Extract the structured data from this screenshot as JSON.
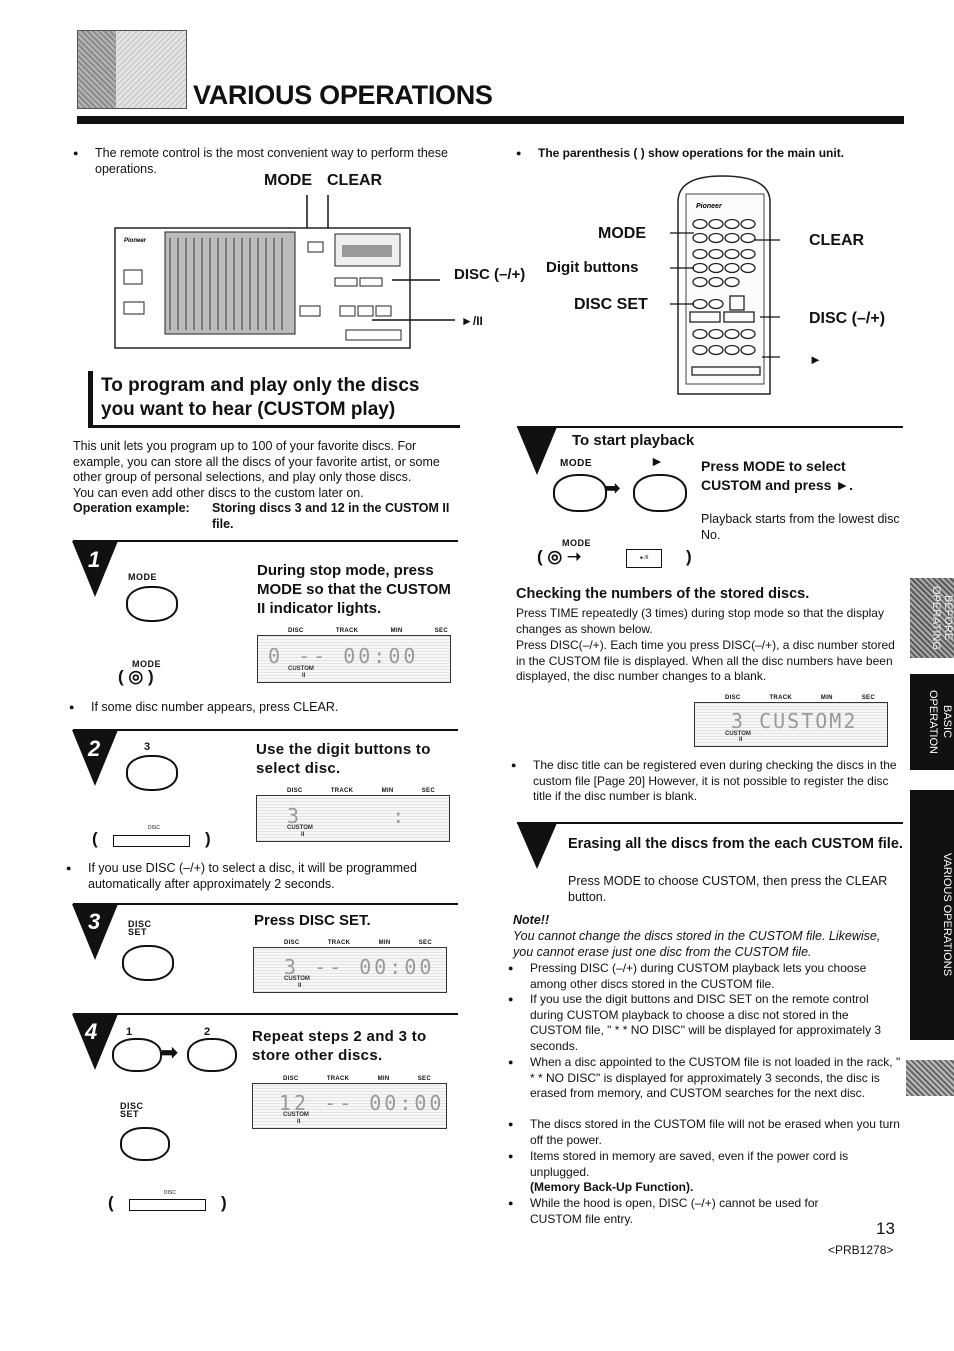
{
  "header": {
    "title": "VARIOUS OPERATIONS"
  },
  "intro": {
    "left_bullet": "The remote control is the most convenient way to perform these operations.",
    "right_bullet": "The parenthesis (  ) show operations for the main unit."
  },
  "main_unit": {
    "mode_label": "MODE",
    "clear_label": "CLEAR",
    "disc_label": "DISC (–/+)",
    "play_label": "►/II",
    "brand": "Pioneer"
  },
  "remote": {
    "mode": "MODE",
    "clear": "CLEAR",
    "digit": "Digit buttons",
    "disc_set": "DISC SET",
    "disc": "DISC (–/+)",
    "play": "►",
    "brand": "Pioneer"
  },
  "section": {
    "title_line1": "To program and play only the discs",
    "title_line2": "you want to hear (CUSTOM play)",
    "body": "This unit lets you program up to 100 of your favorite discs. For example, you can store all the discs of your favorite artist, or some other group of personal selections, and play only those discs.",
    "body2": "You can even add other discs to the custom later on.",
    "example_label": "Operation example:",
    "example_text": "Storing discs 3 and 12 in the CUSTOM II file."
  },
  "lcd_labels": {
    "disc": "DISC",
    "track": "TRACK",
    "min": "MIN",
    "sec": "SEC",
    "custom": "CUSTOM"
  },
  "steps": [
    {
      "num": "1",
      "btn": "MODE",
      "btn_paren": "MODE",
      "title": "During stop mode, press MODE so that the CUSTOM II indicator lights.",
      "lcd": "0 -- 00:00",
      "lcd_sub": "II",
      "note": "If some disc number appears, press CLEAR."
    },
    {
      "num": "2",
      "btn": "3",
      "title": "Use the digit buttons to select disc.",
      "lcd": "3      :",
      "lcd_sub": "II",
      "paren_label": "DISC",
      "note": "If you use DISC (–/+) to select a disc, it will be programmed automatically after approximately 2 seconds."
    },
    {
      "num": "3",
      "btn": "DISC SET",
      "title": "Press DISC SET.",
      "lcd": "3 -- 00:00",
      "lcd_sub": "II"
    },
    {
      "num": "4",
      "btn_a": "1",
      "btn_b": "2",
      "btn_c": "DISC SET",
      "title": "Repeat steps 2 and 3 to store other discs.",
      "lcd": "12 -- 00:00",
      "lcd_sub": "II",
      "paren_label": "DISC"
    }
  ],
  "playback": {
    "title": "To start playback",
    "mode_lbl": "MODE",
    "instr": "Press MODE to select CUSTOM and press ►.",
    "body": "Playback starts from the lowest disc No.",
    "mode_lbl2": "MODE",
    "icon_lbl": "►/II"
  },
  "checking": {
    "title": "Checking the numbers of the stored discs.",
    "p1": "Press TIME repeatedly (3 times) during stop mode so that the display changes as shown below.",
    "p2": "Press DISC(–/+). Each time you press DISC(–/+), a disc number stored in the CUSTOM file is displayed. When all the disc numbers have been displayed, the disc number changes to a blank.",
    "lcd": "3 CUSTOM2",
    "lcd_sub": "II",
    "note": "The disc title can be registered even during checking the discs in the custom file [Page 20] However, it is not possible to register the disc title if the disc number is blank."
  },
  "erasing": {
    "title": "Erasing all the discs from the each CUSTOM file.",
    "body": "Press MODE to choose CUSTOM, then press the CLEAR button."
  },
  "notes": {
    "heading": "Note!!",
    "italic": "You cannot change the discs stored in the CUSTOM file. Likewise, you cannot erase just one disc from the CUSTOM file.",
    "items": [
      "Pressing DISC (–/+) during CUSTOM playback lets you choose among other discs stored in the CUSTOM file.",
      "If you use the digit buttons and DISC SET on the remote control during CUSTOM playback to choose a disc not stored in the CUSTOM file, \" * * NO DISC\" will be displayed for approximately 3 seconds.",
      "When a disc appointed to the CUSTOM file is not loaded in the rack, \" * * NO DISC\" is displayed for approximately 3 seconds, the disc is erased from memory, and CUSTOM searches for the next disc.",
      "The discs stored in the CUSTOM file will not be erased when you turn off the power.",
      "Items stored in memory are saved, even if the power cord is unplugged.",
      "While the hood is open, DISC (–/+) cannot be used for CUSTOM file entry."
    ],
    "memory": "(Memory Back-Up Function)."
  },
  "sidetabs": {
    "before": "BEFORE OPERATING",
    "basic": "BASIC OPERATION",
    "various": "VARIOUS OPERATIONS"
  },
  "footer": {
    "page": "13",
    "code": "<PRB1278>"
  }
}
